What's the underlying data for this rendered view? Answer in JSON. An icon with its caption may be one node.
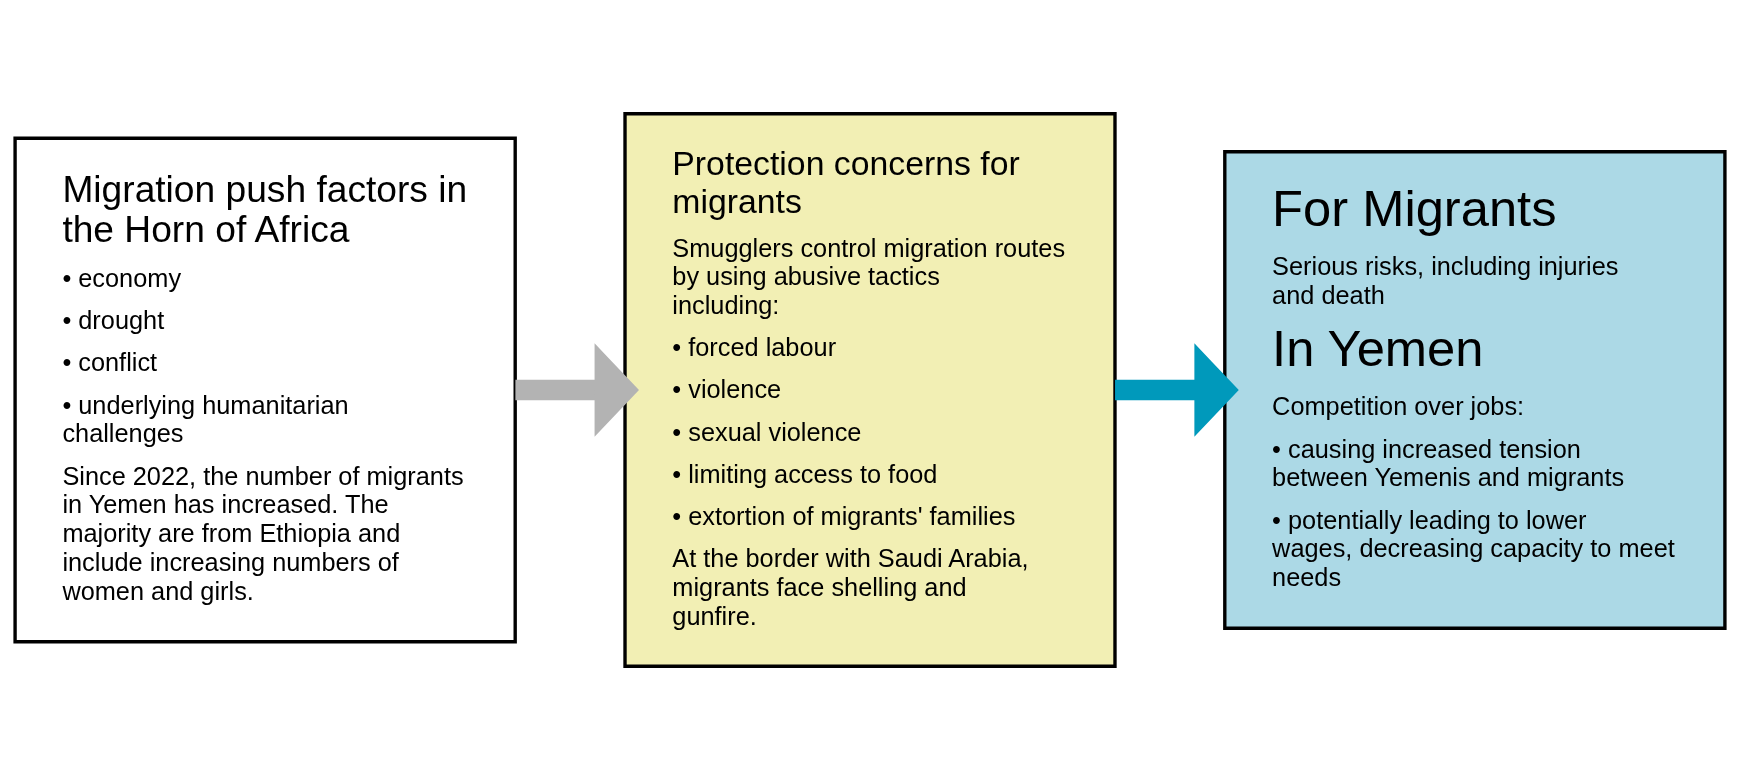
{
  "diagram": {
    "nodes": [
      {
        "text": [
          "Migration push factors in the Horn of Africa",
          "• economy",
          "• drought",
          "• conflict",
          "• underlying humanitarian challenges",
          "Since 2022, the number of migrants in Yemen has increased. The majority are from Ethiopia and include increasing numbers of women and girls."
        ]
      },
      {
        "text": [
          "Protection concerns for migrants",
          "Smugglers control migration routes by using abusive tactics including:",
          "• forced labour",
          "• violence",
          "• sexual violence",
          "• limiting access to food",
          "• extortion of migrants' families",
          "At the border with Saudi Arabia, migrants face shelling and gunfire."
        ]
      },
      {
        "text": [
          "For Migrants",
          "Serious risks, including injuries and death",
          "In Yemen",
          "Competition over jobs:",
          "• causing increased tension between Yemenis and migrants",
          "• potentially leading to lower wages, decreasing capacity to meet needs"
        ]
      }
    ],
    "edges": [
      {
        "from": 0,
        "to": 1,
        "arrow": "to",
        "color": "#b3b3b3"
      },
      {
        "from": 1,
        "to": 2,
        "arrow": "to",
        "color": "#0099bb"
      }
    ]
  }
}
